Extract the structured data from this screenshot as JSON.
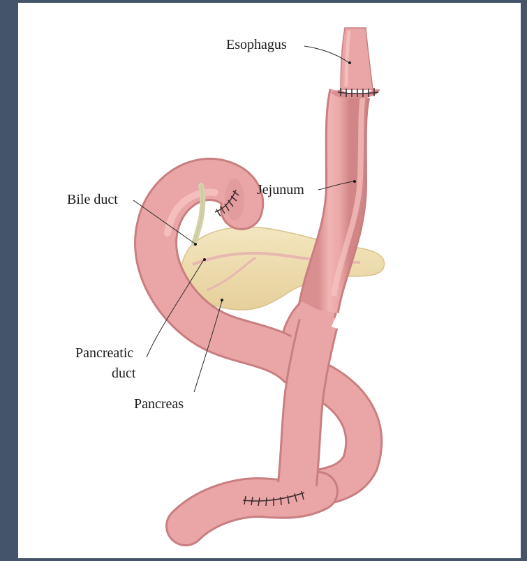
{
  "diagram": {
    "labels": {
      "esophagus": "Esophagus",
      "jejunum": "Jejunum",
      "bile_duct": "Bile duct",
      "pancreatic_duct_line1": "Pancreatic",
      "pancreatic_duct_line2": "duct",
      "pancreas": "Pancreas"
    },
    "colors": {
      "background": "#44546b",
      "frame": "#ffffff",
      "intestine": "#eaa6a6",
      "intestine_shadow": "#d98e8f",
      "pancreas": "#eedcae",
      "pancreas_edge": "#d8c38e",
      "duct": "#e7b7b0",
      "bile": "#d3d2a8"
    }
  }
}
